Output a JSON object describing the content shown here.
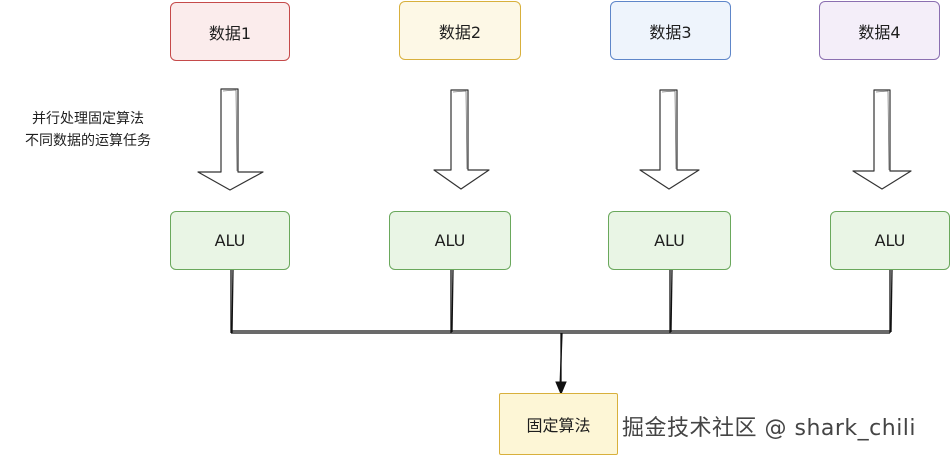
{
  "data_nodes": [
    {
      "label": "数据1",
      "color": "#c54a4a"
    },
    {
      "label": "数据2",
      "color": "#d8b03c"
    },
    {
      "label": "数据3",
      "color": "#5e86c9"
    },
    {
      "label": "数据4",
      "color": "#8b6fb1"
    }
  ],
  "alu_nodes": [
    {
      "label": "ALU"
    },
    {
      "label": "ALU"
    },
    {
      "label": "ALU"
    },
    {
      "label": "ALU"
    }
  ],
  "alu_color": "#6aa85c",
  "result_node": {
    "label": "固定算法",
    "color": "#d8b03c"
  },
  "caption": {
    "line1": "并行处理固定算法",
    "line2": "不同数据的运算任务"
  },
  "watermark": "掘金技术社区 @ shark_chili"
}
